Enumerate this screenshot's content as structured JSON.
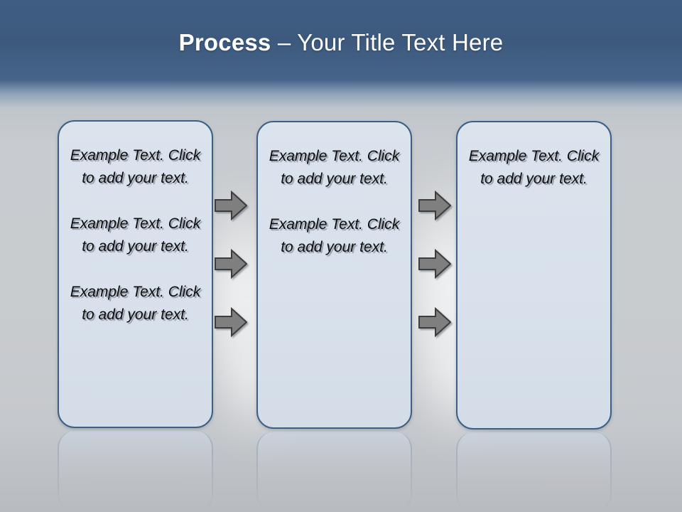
{
  "slide": {
    "title": {
      "strong": "Process",
      "rest": " – Your Title Text Here"
    },
    "colors": {
      "title_band": "#3f5d82",
      "box_border": "#3c5f85",
      "box_fill": "#dbe3ed",
      "arrow_fill": "#7f7f7f",
      "arrow_outline": "#3f3f3f",
      "text": "#0d0d0d",
      "background": "#c9cccf"
    },
    "boxes": [
      {
        "name": "process-box-1",
        "blocks": [
          "Example Text. Click  to add your text.",
          "Example Text. Click  to add your text.",
          "Example Text. Click  to add your text."
        ]
      },
      {
        "name": "process-box-2",
        "blocks": [
          "Example Text. Click  to add your text.",
          "Example Text. Click  to add your text."
        ]
      },
      {
        "name": "process-box-3",
        "blocks": [
          "Example Text. Click  to add your text."
        ]
      }
    ],
    "arrows": {
      "icon": "arrow-right-icon",
      "columns": 2,
      "per_column": 3,
      "direction": "right"
    }
  }
}
